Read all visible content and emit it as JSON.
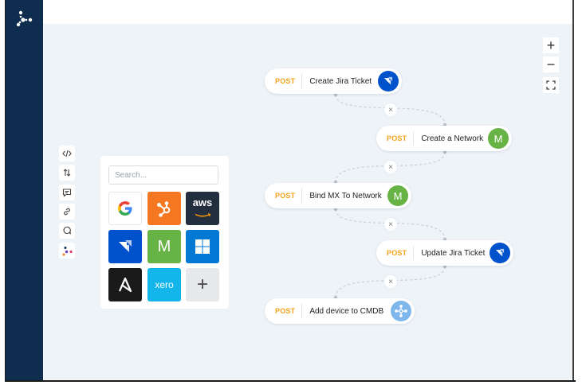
{
  "sidebar": {
    "logo_icon": "triad-dots-logo",
    "bg_color": "#0e2d4f"
  },
  "zoom_controls": {
    "zoom_in": "+",
    "zoom_out": "−",
    "fit_icon": "fullscreen-icon"
  },
  "toolbar": {
    "items": [
      "code-icon",
      "sort-arrows-icon",
      "comment-icon",
      "link-icon",
      "messages-icon",
      "brand-logo-icon"
    ]
  },
  "integrations_panel": {
    "search_placeholder": "Search...",
    "apps": [
      {
        "name": "Google",
        "icon": "google-icon"
      },
      {
        "name": "HubSpot",
        "icon": "hubspot-icon",
        "color": "#f57722"
      },
      {
        "name": "AWS",
        "label": "aws",
        "icon": "aws-icon",
        "color": "#232f3e"
      },
      {
        "name": "Jira",
        "icon": "jira-icon",
        "color": "#0052cc"
      },
      {
        "name": "Meraki",
        "label": "M",
        "icon": "meraki-icon",
        "color": "#67b346"
      },
      {
        "name": "Windows",
        "icon": "windows-icon",
        "color": "#0078d4"
      },
      {
        "name": "Ansible",
        "icon": "ansible-icon",
        "color": "#1a1a1a"
      },
      {
        "name": "Xero",
        "label": "xero",
        "icon": "xero-icon",
        "color": "#13b5ea"
      },
      {
        "name": "Add",
        "label": "+",
        "icon": "plus-icon"
      }
    ]
  },
  "workflow": {
    "nodes": [
      {
        "method": "POST",
        "label": "Create Jira Ticket",
        "icon": "jira-icon",
        "color": "#0052cc"
      },
      {
        "method": "POST",
        "label": "Create a Network",
        "icon": "meraki-icon",
        "badge_text": "M",
        "color": "#67b346"
      },
      {
        "method": "POST",
        "label": "Bind MX To Network",
        "icon": "meraki-icon",
        "badge_text": "M",
        "color": "#67b346"
      },
      {
        "method": "POST",
        "label": "Update Jira Ticket",
        "icon": "jira-icon",
        "color": "#0052cc"
      },
      {
        "method": "POST",
        "label": "Add device to CMDB",
        "icon": "cmdb-icon",
        "color": "#7fb6ec"
      }
    ],
    "remove_label": "×"
  }
}
